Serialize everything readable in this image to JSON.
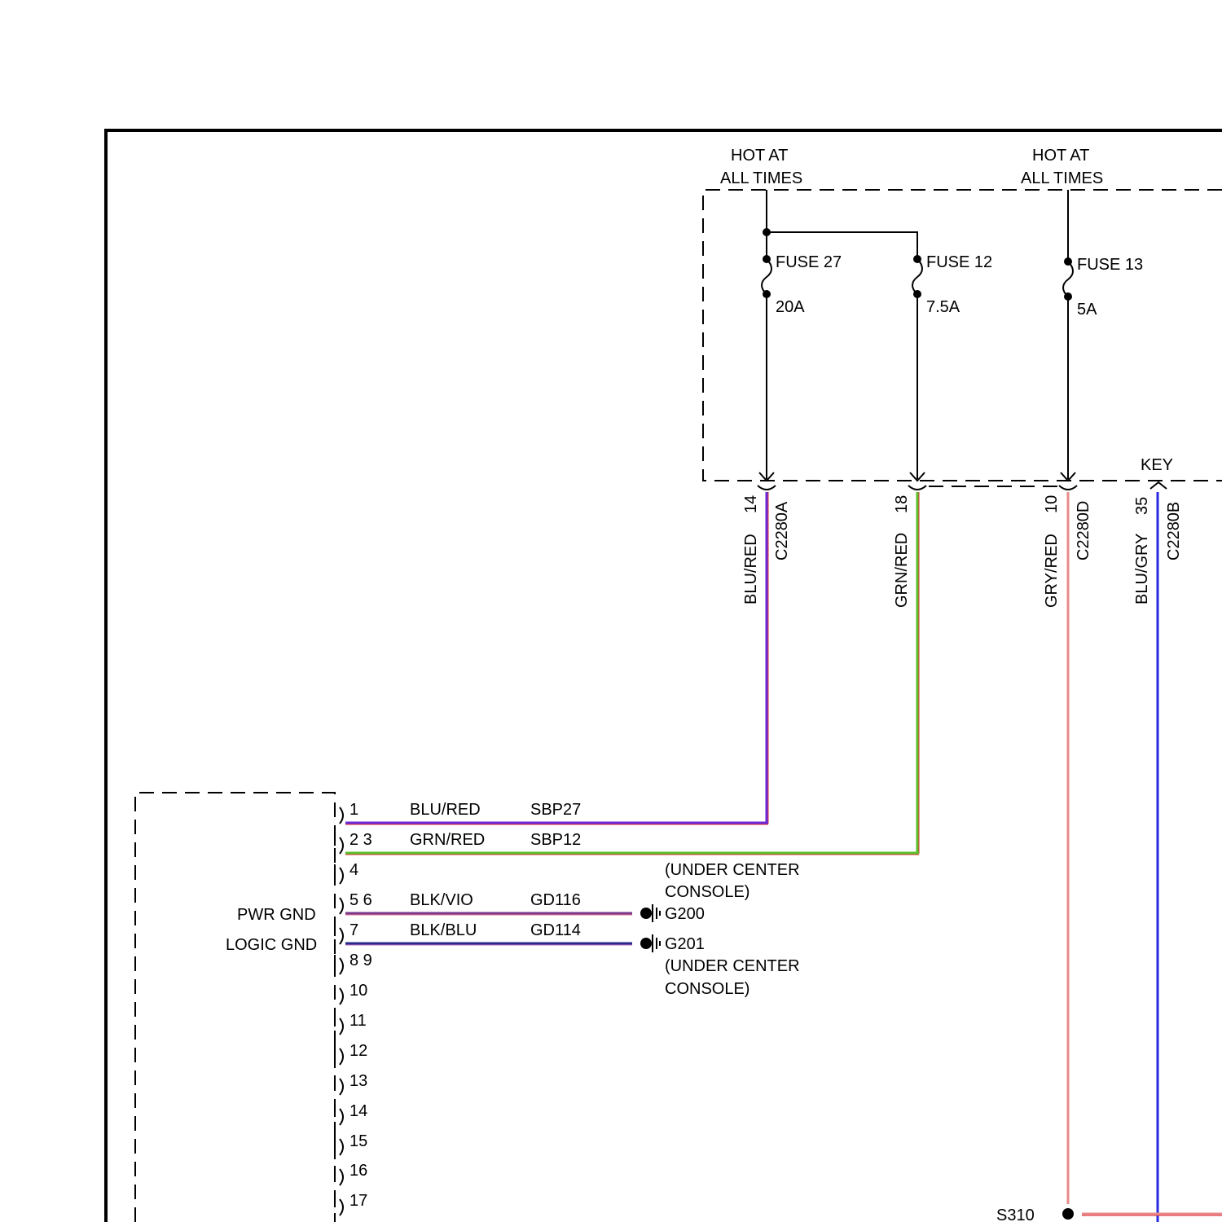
{
  "supply": {
    "left": {
      "line1": "HOT AT",
      "line2": "ALL TIMES"
    },
    "right": {
      "line1": "HOT AT",
      "line2": "ALL TIMES"
    }
  },
  "fuses": [
    {
      "name": "FUSE 27",
      "rating": "20A"
    },
    {
      "name": "FUSE 12",
      "rating": "7.5A"
    },
    {
      "name": "FUSE 13",
      "rating": "5A"
    }
  ],
  "key_label": "KEY",
  "vertical_wires": [
    {
      "color_code": "BLU/RED",
      "pin": "14",
      "connector": "C2280A",
      "stroke": "#6a2ad8",
      "stroke2": "#e0303a"
    },
    {
      "color_code": "GRN/RED",
      "pin": "18",
      "connector": "",
      "stroke": "#5ac02a",
      "stroke2": "#e0303a"
    },
    {
      "color_code": "GRY/RED",
      "pin": "10",
      "connector": "C2280D",
      "stroke": "#e88a8a",
      "stroke2": "#e0303a"
    },
    {
      "color_code": "BLU/GRY",
      "pin": "35",
      "connector": "C2280B",
      "stroke": "#2a2ae0",
      "stroke2": "#9a9aa8"
    }
  ],
  "module_pins": [
    {
      "pin": "1",
      "wire": "BLU/RED",
      "circuit": "SBP27"
    },
    {
      "pin": "2 3",
      "wire": "GRN/RED",
      "circuit": "SBP12"
    },
    {
      "pin": "4",
      "wire": "",
      "circuit": ""
    },
    {
      "pin": "5 6",
      "wire": "BLK/VIO",
      "circuit": "GD116"
    },
    {
      "pin": "7",
      "wire": "BLK/BLU",
      "circuit": "GD114"
    },
    {
      "pin": "8 9"
    },
    {
      "pin": "10"
    },
    {
      "pin": "11"
    },
    {
      "pin": "12"
    },
    {
      "pin": "13"
    },
    {
      "pin": "14"
    },
    {
      "pin": "15"
    },
    {
      "pin": "16"
    },
    {
      "pin": "17"
    }
  ],
  "module_labels": {
    "pwr_gnd": "PWR GND",
    "logic_gnd": "LOGIC GND"
  },
  "grounds": [
    {
      "name": "G200",
      "location_line1": "(UNDER CENTER",
      "location_line2": "CONSOLE)"
    },
    {
      "name": "G201",
      "location_line1": "(UNDER CENTER",
      "location_line2": "CONSOLE)"
    }
  ],
  "splice": {
    "name": "S310"
  },
  "colors": {
    "blu_red_a": "#6a2ad8",
    "blu_red_b": "#e0303a",
    "grn_red_a": "#5ac02a",
    "grn_red_b": "#e0303a",
    "blk_vio_a": "#7a3a8a",
    "blk_vio_b": "#e07090",
    "blk_blu_a": "#2a2a8a",
    "blk_blu_b": "#c070c0",
    "gry_red": "#e88a8a",
    "blu_gry": "#2a2ae0"
  }
}
